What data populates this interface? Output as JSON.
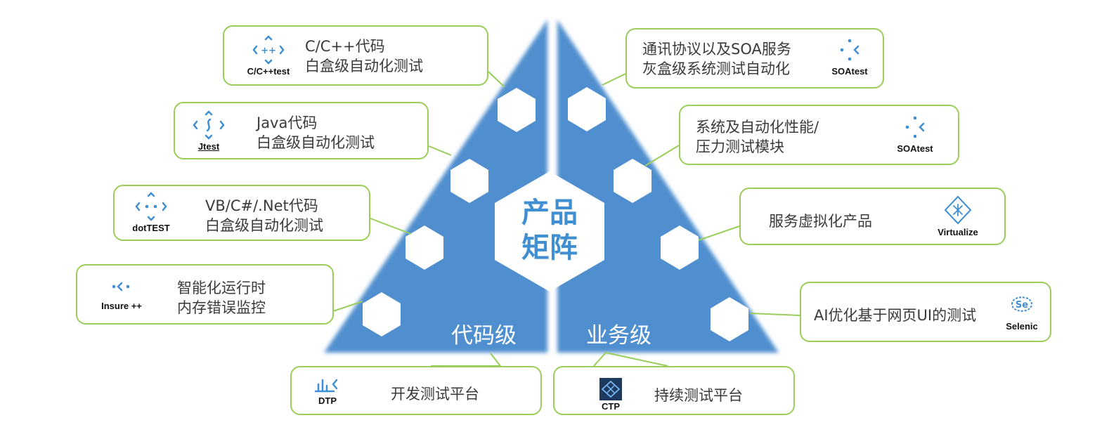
{
  "center": {
    "line1": "产品",
    "line2": "矩阵"
  },
  "levels": {
    "code": "代码级",
    "business": "业务级"
  },
  "left_items": [
    {
      "name": "C/C++test",
      "line1": "C/C++代码",
      "line2": "白盒级自动化测试"
    },
    {
      "name": "Jtest",
      "line1": "Java代码",
      "line2": "白盒级自动化测试"
    },
    {
      "name": "dotTEST",
      "line1": "VB/C#/.Net代码",
      "line2": "白盒级自动化测试"
    },
    {
      "name": "Insure ++",
      "line1": "智能化运行时",
      "line2": "内存错误监控"
    }
  ],
  "right_items": [
    {
      "name": "SOAtest",
      "line1": "通讯协议以及SOA服务",
      "line2": "灰盒级系统测试自动化"
    },
    {
      "name": "SOAtest",
      "line1": "系统及自动化性能/",
      "line2": "压力测试模块"
    },
    {
      "name": "Virtualize",
      "line1": "服务虚拟化产品",
      "line2": ""
    },
    {
      "name": "Selenic",
      "line1": "AI优化基于网页UI的测试",
      "line2": ""
    }
  ],
  "bottom_items": [
    {
      "name": "DTP",
      "label": "开发测试平台"
    },
    {
      "name": "CTP",
      "label": "持续测试平台"
    }
  ],
  "colors": {
    "triangle": "#4f8fcf",
    "border": "#9acd5a",
    "text": "#3a3a3a",
    "accent": "#3f8fd2"
  },
  "icons": [
    "cpp-test-icon",
    "jtest-icon",
    "dottest-icon",
    "insure-icon",
    "soatest-icon",
    "virtualize-icon",
    "selenic-icon",
    "dtp-icon",
    "ctp-icon"
  ]
}
